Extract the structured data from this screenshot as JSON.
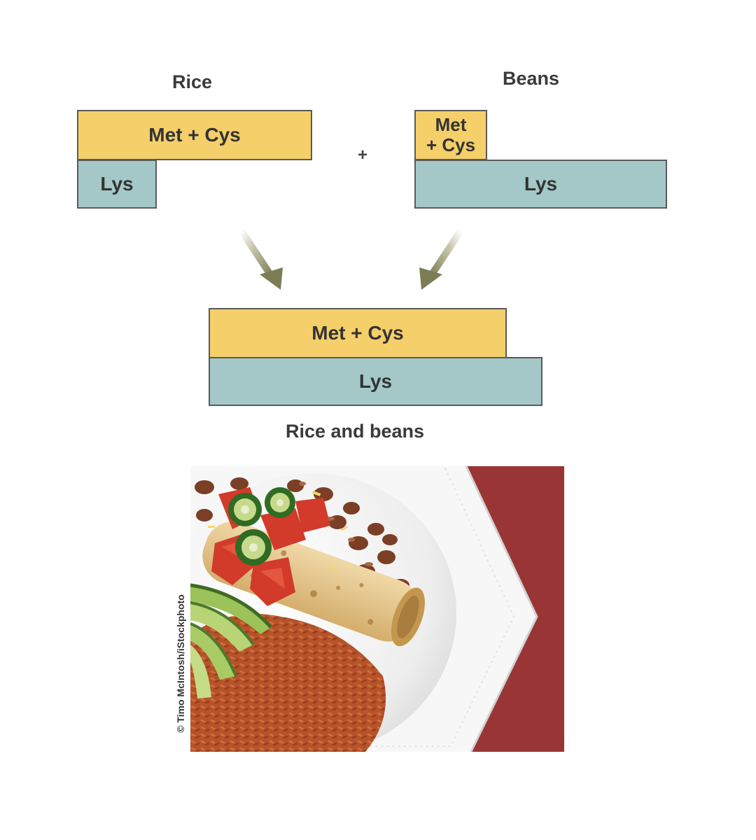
{
  "rice": {
    "title": "Rice",
    "met_cys": "Met + Cys",
    "lys": "Lys"
  },
  "beans": {
    "title": "Beans",
    "met_cys_line1": "Met",
    "met_cys_line2": "+ Cys",
    "lys": "Lys"
  },
  "plus_sign": "+",
  "combined": {
    "met_cys": "Met + Cys",
    "lys": "Lys",
    "caption": "Rice and beans"
  },
  "photo": {
    "credit": "© Timo McIntosh/iStockphoto"
  },
  "colors": {
    "met_cys_fill": "#f5cf6a",
    "lys_fill": "#a4c8c8",
    "box_border": "#5a5a5a",
    "arrow": "#8a8a64"
  },
  "icons": [
    "arrow-down-right-icon",
    "arrow-down-left-icon"
  ]
}
